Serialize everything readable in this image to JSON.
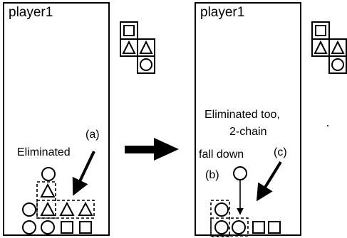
{
  "left_board": {
    "title": "player1",
    "eliminated_label": "Eliminated",
    "marker_a": "(a)"
  },
  "right_board": {
    "title": "player1",
    "eliminated_too_line1": "Eliminated too,",
    "eliminated_too_line2": "2-chain",
    "fall_down_label": "fall down",
    "marker_b": "(b)",
    "marker_c": "(c)"
  },
  "shape_legend": [
    "circle",
    "triangle",
    "square"
  ],
  "colors": {
    "ink": "#000000",
    "background": "#ffffff"
  }
}
